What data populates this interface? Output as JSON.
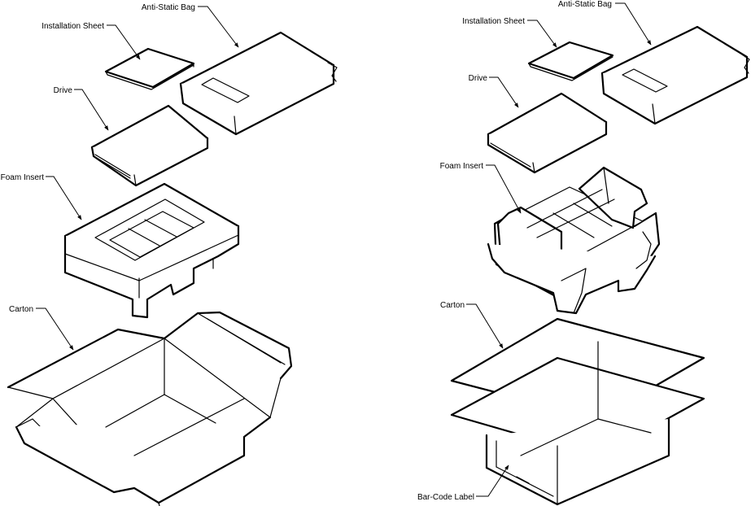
{
  "left_diagram": {
    "labels": {
      "anti_static_bag": "Anti-Static Bag",
      "installation_sheet": "Installation Sheet",
      "drive": "Drive",
      "foam_insert": "Foam Insert",
      "carton": "Carton"
    }
  },
  "right_diagram": {
    "labels": {
      "anti_static_bag": "Anti-Static Bag",
      "installation_sheet": "Installation Sheet",
      "drive": "Drive",
      "foam_insert": "Foam Insert",
      "carton": "Carton",
      "bar_code_label": "Bar-Code Label"
    }
  }
}
